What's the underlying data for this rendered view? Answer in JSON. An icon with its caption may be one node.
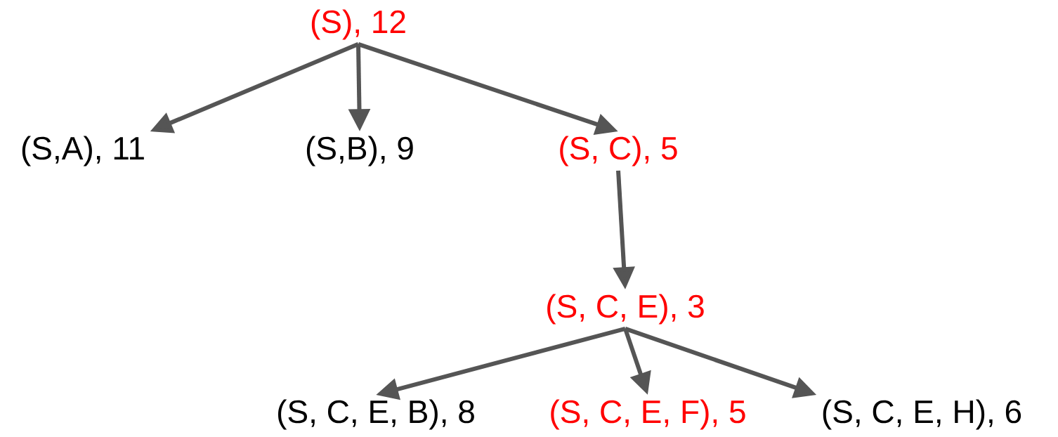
{
  "diagram": {
    "nodes": [
      {
        "text": [
          "(S), 12"
        ]
      },
      {
        "text": [
          "(S,A), 11"
        ]
      },
      {
        "text": [
          "(S,B), 9"
        ]
      },
      {
        "text": [
          "(S, C), 5"
        ]
      },
      {
        "text": [
          "(S, C, E), 3"
        ]
      },
      {
        "text": [
          "(S, C, E, B), 8"
        ]
      },
      {
        "text": [
          "(S, C, E, F), 5"
        ]
      },
      {
        "text": [
          "(S, C, E, H), 6"
        ]
      }
    ],
    "edges": [
      {
        "from": 0,
        "to": 1,
        "arrow": "to"
      },
      {
        "from": 0,
        "to": 2,
        "arrow": "to"
      },
      {
        "from": 0,
        "to": 3,
        "arrow": "to"
      },
      {
        "from": 3,
        "to": 4,
        "arrow": "to"
      },
      {
        "from": 4,
        "to": 5,
        "arrow": "to"
      },
      {
        "from": 4,
        "to": 6,
        "arrow": "to"
      },
      {
        "from": 4,
        "to": 7,
        "arrow": "to"
      }
    ]
  }
}
